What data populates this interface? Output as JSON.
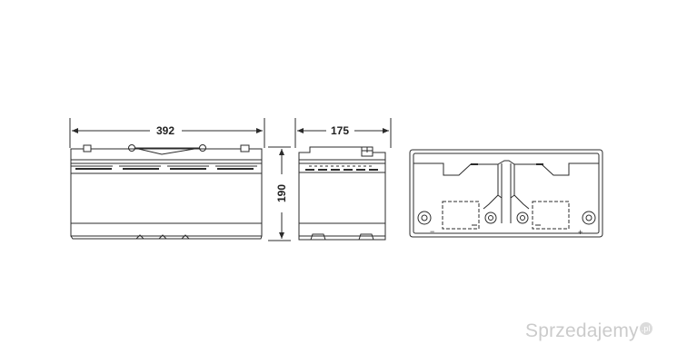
{
  "dimensions": {
    "length": "392",
    "width": "175",
    "height": "190"
  },
  "terminals": {
    "negative": "−",
    "positive": "+"
  },
  "watermark": {
    "brand": "Sprzedajemy",
    "tld": ".pl"
  },
  "colors": {
    "line": "#2b2b2b",
    "watermark": "#a0a0a0"
  }
}
